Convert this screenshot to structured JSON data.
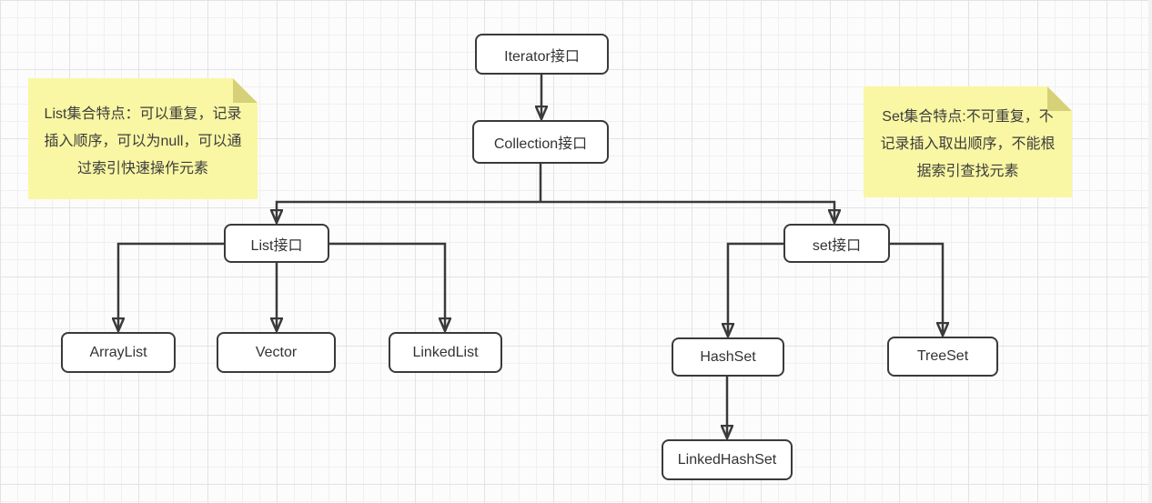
{
  "diagram": {
    "nodes": {
      "iterator": {
        "label": "Iterator接口"
      },
      "collection": {
        "label": "Collection接口"
      },
      "list": {
        "label": "List接口"
      },
      "set": {
        "label": "set接口"
      },
      "arraylist": {
        "label": "ArrayList"
      },
      "vector": {
        "label": "Vector"
      },
      "linkedlist": {
        "label": "LinkedList"
      },
      "hashset": {
        "label": "HashSet"
      },
      "treeset": {
        "label": "TreeSet"
      },
      "linkedhashset": {
        "label": "LinkedHashSet"
      }
    },
    "edges": [
      {
        "from": "iterator",
        "to": "collection"
      },
      {
        "from": "collection",
        "to": "list"
      },
      {
        "from": "collection",
        "to": "set"
      },
      {
        "from": "list",
        "to": "arraylist"
      },
      {
        "from": "list",
        "to": "vector"
      },
      {
        "from": "list",
        "to": "linkedlist"
      },
      {
        "from": "set",
        "to": "hashset"
      },
      {
        "from": "set",
        "to": "treeset"
      },
      {
        "from": "hashset",
        "to": "linkedhashset"
      }
    ],
    "notes": {
      "list_note": {
        "lines": [
          "List集合特点：可以重复，记录",
          "插入顺序，可以为null，可以通",
          "过索引快速操作元素"
        ]
      },
      "set_note": {
        "lines": [
          "Set集合特点:不可重复，不",
          "记录插入取出顺序，不能根",
          "据索引查找元素"
        ]
      }
    },
    "colors": {
      "node_border": "#3a3a3a",
      "node_fill": "#ffffff",
      "node_text": "#333333",
      "note_fill": "#f9f7a3",
      "note_fold": "#d6d178",
      "connector": "#3a3a3a",
      "grid_minor": "#f0f0f2",
      "grid_major": "#e3e3e6",
      "background": "#fcfcfc"
    }
  }
}
